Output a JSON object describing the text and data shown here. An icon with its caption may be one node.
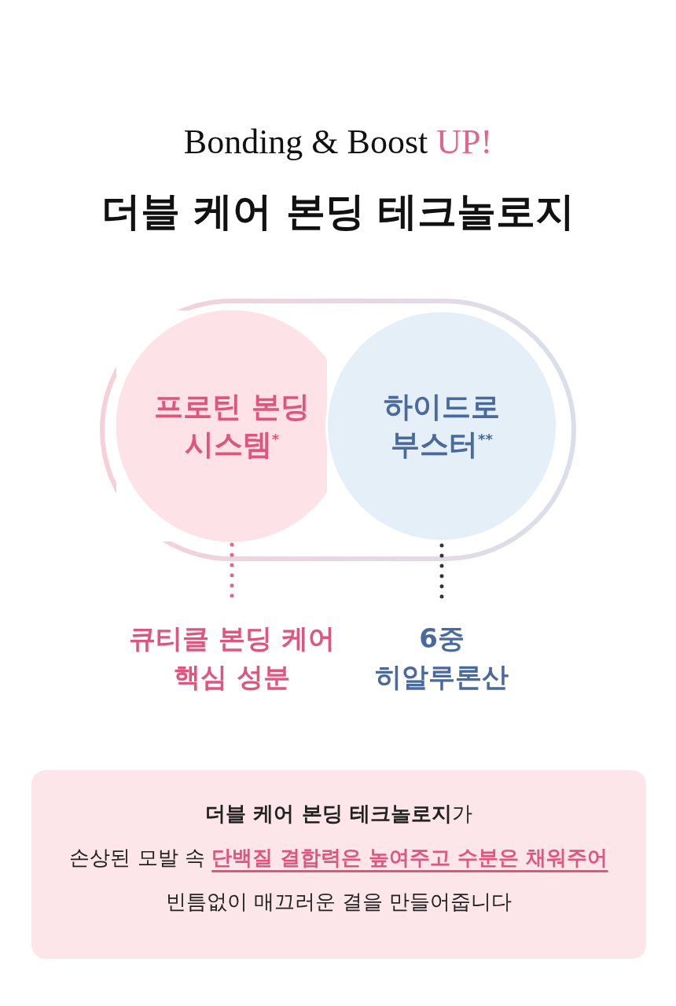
{
  "diagram": {
    "title": "더블 케어 본딩 테크놀로지",
    "nodes": [
      {
        "text": [
          "프로틴 본딩 시스템$^{*}$"
        ]
      },
      {
        "text": [
          "하이드로 부스터$^{**}$"
        ]
      },
      {
        "text": [
          "큐티클 본딩 케어 핵심 성분"
        ]
      },
      {
        "text": [
          "6중 히알루론산"
        ]
      },
      {
        "text": [
          "**더블 케어 본딩 테크놀로지**가",
          "손상된 모발 속 **단백질 결합력은 높여주고 수분은 채워주어**",
          "빈틈없이 매끄러운 결을 만들어줍니다"
        ]
      }
    ],
    "edges": [
      {
        "from": 0,
        "to": 2,
        "arrow": "none",
        "style": "dashed",
        "color": "#e0668a"
      },
      {
        "from": 1,
        "to": 3,
        "arrow": "none",
        "style": "dashed",
        "color": "#333333"
      }
    ],
    "labels": [
      "Bonding & Boost **UP!**"
    ]
  }
}
